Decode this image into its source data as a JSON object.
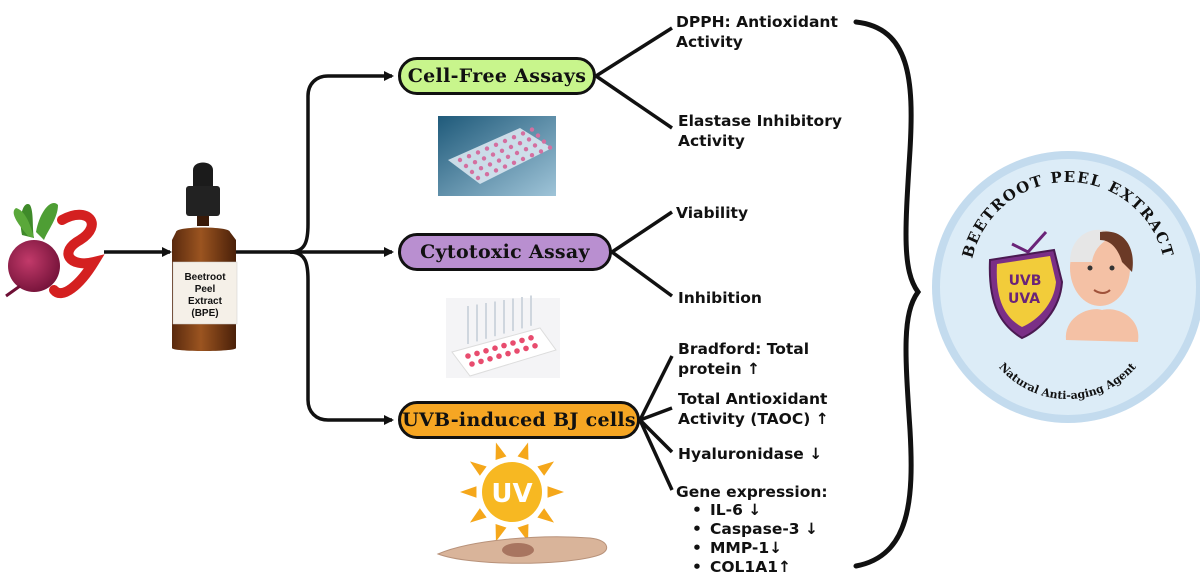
{
  "bottle": {
    "label_lines": [
      "Beetroot",
      "Peel",
      "Extract",
      "(BPE)"
    ]
  },
  "branches": {
    "cell_free": {
      "title": "Cell-Free Assays",
      "color": "#c8f58c",
      "items": [
        [
          "DPPH: Antioxidant",
          "Activity"
        ],
        [
          "Elastase Inhibitory",
          "Activity"
        ]
      ]
    },
    "cytotoxic": {
      "title": "Cytotoxic Assay",
      "color": "#b98fd0",
      "items": [
        [
          "Viability"
        ],
        [
          "Inhibition"
        ]
      ]
    },
    "uvb": {
      "title": "UVB-induced BJ cells",
      "color": "#f6a623",
      "items": [
        [
          "Bradford: Total",
          "protein ↑"
        ],
        [
          "Total Antioxidant",
          "Activity (TAOC) ↑"
        ],
        [
          "Hyaluronidase ↓"
        ]
      ],
      "gene_title": "Gene expression:",
      "genes": [
        "IL-6 ↓",
        "Caspase-3 ↓",
        "MMP-1↓",
        "COL1A1↑"
      ]
    }
  },
  "badge": {
    "arc_text": "BEETROOT PEEL EXTRACT",
    "bottom_text": "Natural Anti-aging Agent",
    "shield_top": "UVB",
    "shield_bottom": "UVA",
    "circle_color": "#dcecf7",
    "ring_color": "#c3dbee"
  },
  "sun": {
    "text": "UV"
  }
}
